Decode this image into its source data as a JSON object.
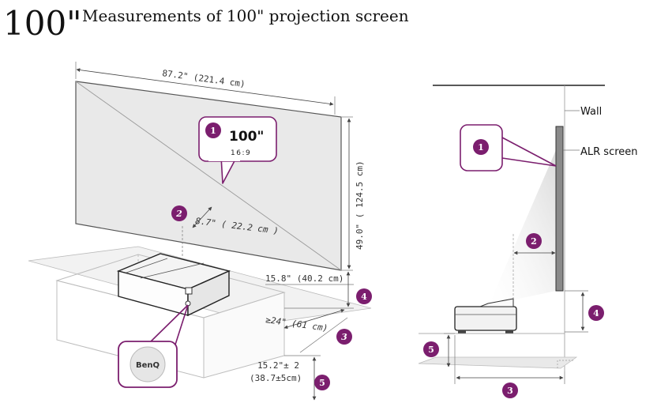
{
  "header": {
    "size_label": "100\"",
    "title": "Measurements of 100\" projection screen"
  },
  "colors": {
    "accent": "#7b1e6e",
    "line": "#444444",
    "screen_fill": "#e8e8e8",
    "shade": "#e4e4e4"
  },
  "front_view": {
    "screen_width": "87.2\" (221.4 cm)",
    "screen_height": "49.0\" ( 124.5 cm)",
    "callout_size": "100\"",
    "callout_ratio": "16:9",
    "throw_distance": "8.7\" ( 22.2 cm )",
    "screen_bottom_gap": "15.8\" (40.2 cm)",
    "cabinet_depth": "≥24\" (61 cm)",
    "cabinet_height_line1": "15.2\"± 2",
    "cabinet_height_line2": "(38.7±5cm)",
    "logo_text": "BenQ"
  },
  "side_view": {
    "wall_label": "Wall",
    "screen_label": "ALR screen"
  },
  "badges": {
    "one": "1",
    "two": "2",
    "three": "3",
    "four": "4",
    "five": "5"
  },
  "icons": [
    "projector-icon",
    "benq-logo-icon"
  ]
}
